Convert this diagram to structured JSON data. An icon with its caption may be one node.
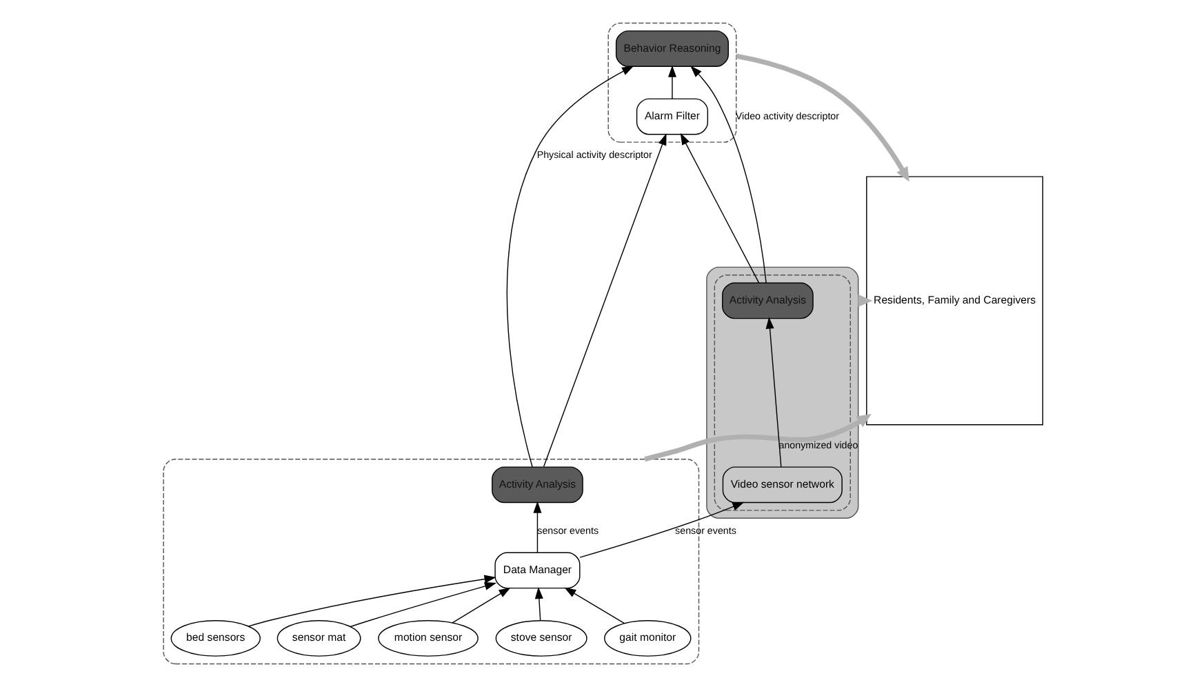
{
  "diagram": {
    "nodes": [
      {
        "text": [],
        "shape": "box"
      },
      {
        "text": [
          "Behavior Reasoning"
        ],
        "in": 0
      },
      {
        "text": [
          "Alarm Filter"
        ],
        "in": 0
      },
      {
        "text": [],
        "shape": "box"
      },
      {
        "text": [
          "Activity Analysis"
        ],
        "in": 3
      },
      {
        "text": [
          "Data Manager"
        ],
        "in": 3
      },
      {
        "text": [
          "gait monitor"
        ],
        "in": 3
      },
      {
        "text": [
          "stove sensor"
        ],
        "in": 3
      },
      {
        "text": [
          "motion sensor"
        ],
        "in": 3
      },
      {
        "text": [
          "sensor mat"
        ],
        "in": 3
      },
      {
        "text": [
          "bed sensors"
        ],
        "in": 3
      },
      {
        "text": [],
        "shape": "box"
      },
      {
        "text": [],
        "shape": "box",
        "in": 11
      },
      {
        "text": [
          "Activity Analysis"
        ],
        "in": 12
      },
      {
        "text": [
          "Video sensor network"
        ],
        "in": 12
      },
      {
        "text": [
          "Residents, Family and Caregivers"
        ]
      }
    ],
    "edges": [
      {
        "from": 6,
        "to": 5,
        "arrow": "to"
      },
      {
        "from": 7,
        "to": 5,
        "arrow": "to"
      },
      {
        "from": 8,
        "to": 5,
        "arrow": "to"
      },
      {
        "from": 9,
        "to": 5,
        "arrow": "to"
      },
      {
        "from": 10,
        "to": 5,
        "arrow": "to"
      },
      {
        "from": 5,
        "to": 4,
        "arrow": "to",
        "label": "sensor events"
      },
      {
        "from": 5,
        "to": 14,
        "arrow": "to",
        "label": "sensor events"
      },
      {
        "from": 14,
        "to": 13,
        "arrow": "to",
        "label": "anonymized video"
      },
      {
        "from": 4,
        "to": 1,
        "arrow": "to",
        "label": "Physical activity descriptor"
      },
      {
        "from": 13,
        "to": 1,
        "arrow": "to",
        "label": "Video activity descriptor"
      },
      {
        "from": 4,
        "to": 2,
        "arrow": "to"
      },
      {
        "from": 13,
        "to": 2,
        "arrow": "to"
      },
      {
        "from": 2,
        "to": 1,
        "arrow": "to"
      },
      {
        "from": 0,
        "to": 15,
        "arrow": "to",
        "style": "thick",
        "color": "#b0b0b0"
      },
      {
        "from": 11,
        "to": 15,
        "arrow": "to",
        "style": "thick",
        "color": "#b0b0b0"
      },
      {
        "from": 3,
        "to": 15,
        "arrow": "to",
        "style": "thick",
        "color": "#b0b0b0"
      }
    ]
  }
}
